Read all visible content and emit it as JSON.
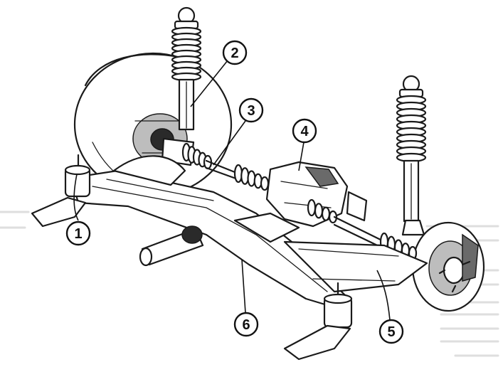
{
  "callouts": [
    {
      "id": "1",
      "label": "1"
    },
    {
      "id": "2",
      "label": "2"
    },
    {
      "id": "3",
      "label": "3"
    },
    {
      "id": "4",
      "label": "4"
    },
    {
      "id": "5",
      "label": "5"
    },
    {
      "id": "6",
      "label": "6"
    }
  ],
  "colors": {
    "ink": "#1a1a1a",
    "paper": "#ffffff",
    "shade": "#6a6a6a"
  }
}
